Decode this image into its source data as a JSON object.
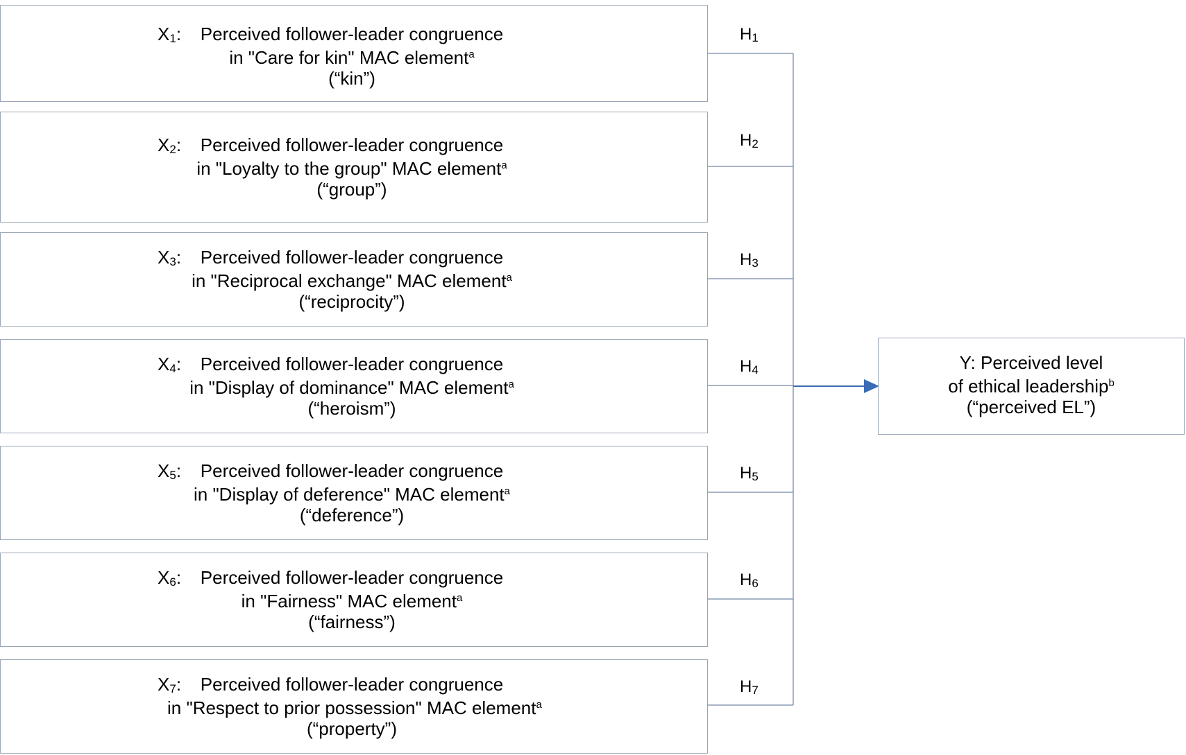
{
  "predictors": [
    {
      "id": "X",
      "sub": "1",
      "colon": ":",
      "line1": "Perceived follower-leader congruence",
      "line2": "in \"Care for kin\" MAC element",
      "sup": "a",
      "line3": "(“kin”)",
      "hyp": "H",
      "hyp_sub": "1"
    },
    {
      "id": "X",
      "sub": "2",
      "colon": ":",
      "line1": "Perceived follower-leader congruence",
      "line2": "in \"Loyalty to the group\" MAC element",
      "sup": "a",
      "line3": "(“group”)",
      "hyp": "H",
      "hyp_sub": "2"
    },
    {
      "id": "X",
      "sub": "3",
      "colon": ":",
      "line1": "Perceived follower-leader congruence",
      "line2": "in \"Reciprocal exchange\" MAC element",
      "sup": "a",
      "line3": "(“reciprocity”)",
      "hyp": "H",
      "hyp_sub": "3"
    },
    {
      "id": "X",
      "sub": "4",
      "colon": ":",
      "line1": "Perceived follower-leader congruence",
      "line2": "in \"Display of dominance\" MAC element",
      "sup": "a",
      "line3": "(“heroism”)",
      "hyp": "H",
      "hyp_sub": "4"
    },
    {
      "id": "X",
      "sub": "5",
      "colon": ":",
      "line1": "Perceived follower-leader congruence",
      "line2": "in \"Display of deference\" MAC element",
      "sup": "a",
      "line3": "(“deference”)",
      "hyp": "H",
      "hyp_sub": "5"
    },
    {
      "id": "X",
      "sub": "6",
      "colon": ":",
      "line1": "Perceived follower-leader congruence",
      "line2": "in \"Fairness\" MAC element",
      "sup": "a",
      "line3": "(“fairness”)",
      "hyp": "H",
      "hyp_sub": "6"
    },
    {
      "id": "X",
      "sub": "7",
      "colon": ":",
      "line1": "Perceived follower-leader congruence",
      "line2": "in \"Respect to prior possession\" MAC element",
      "sup": "a",
      "line3": "(“property”)",
      "hyp": "H",
      "hyp_sub": "7"
    }
  ],
  "outcome": {
    "line1": "Y: Perceived level",
    "line2": "of ethical leadership",
    "sup": "b",
    "line3": "(“perceived EL”)"
  },
  "colors": {
    "box_border": "#9aa6b6",
    "connector": "#8a9bb3",
    "arrow": "#3a6bb5"
  }
}
